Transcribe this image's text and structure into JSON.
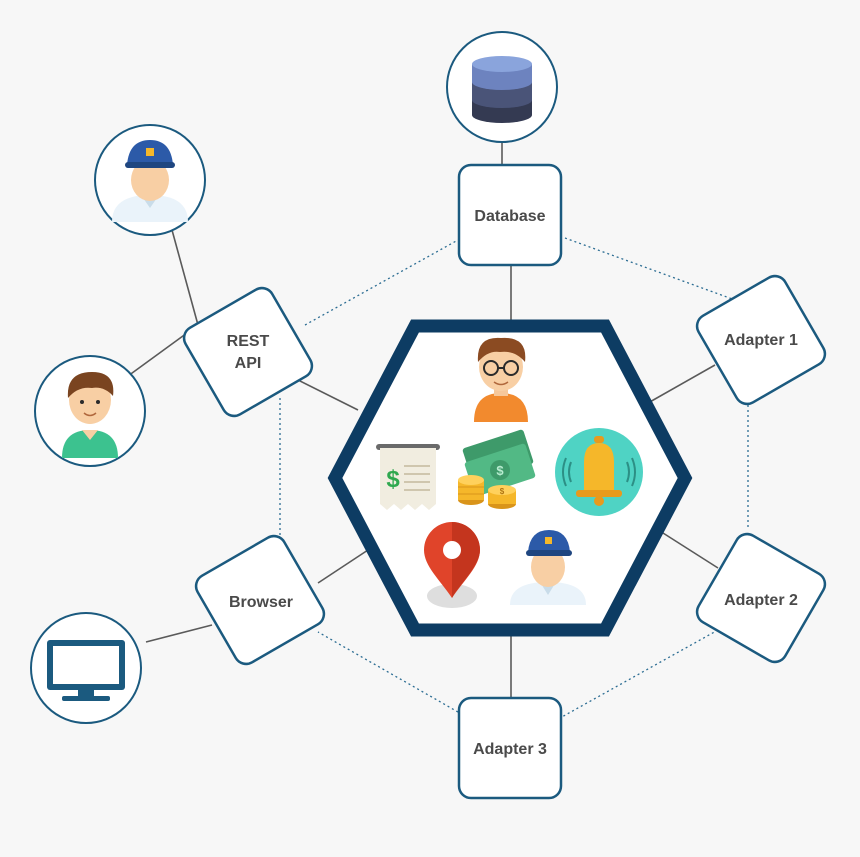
{
  "nodes": {
    "database": "Database",
    "rest_api": [
      "REST",
      "API"
    ],
    "adapter_1": "Adapter 1",
    "adapter_2": "Adapter 2",
    "adapter_3": "Adapter 3",
    "browser": "Browser"
  },
  "icons": {
    "external": [
      "database-icon",
      "postman-avatar-icon",
      "user-avatar-icon",
      "monitor-icon"
    ],
    "core": [
      "developer-icon",
      "receipt-icon",
      "money-icon",
      "bell-icon",
      "location-pin-icon",
      "postman-icon"
    ]
  },
  "colors": {
    "frame": "#1b5a7f",
    "core_hexagon": "#0d3c63",
    "background": "#f7f7f7",
    "bell_circle": "#4fd3c4",
    "pin": "#e0442a"
  }
}
